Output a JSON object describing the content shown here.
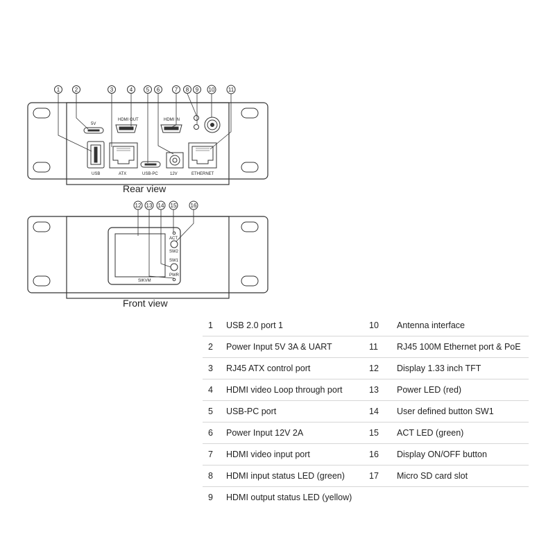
{
  "rear_view": {
    "title": "Rear view",
    "port_labels": {
      "usb": "USB",
      "five_v": "5V",
      "hdmi_out": "HDMI  OUT",
      "atx": "ATX",
      "usb_pc": "USB-PC",
      "twelve_v": "12V",
      "hdmi_in": "HDMI  IN",
      "ethernet": "ETHERNET"
    },
    "callouts": [
      "1",
      "2",
      "3",
      "4",
      "5",
      "6",
      "7",
      "8",
      "9",
      "10",
      "11"
    ]
  },
  "front_view": {
    "title": "Front view",
    "labels": {
      "act": "ACT",
      "sw2": "SW2",
      "sw1": "SW1",
      "pwr": "PWR",
      "brand": "SIKVM"
    },
    "callouts": [
      "12",
      "13",
      "14",
      "15",
      "16"
    ]
  },
  "legend": [
    {
      "left_num": "1",
      "left_text": "USB 2.0 port 1",
      "right_num": "10",
      "right_text": "Antenna interface"
    },
    {
      "left_num": "2",
      "left_text": "Power Input 5V 3A & UART",
      "right_num": "11",
      "right_text": "RJ45 100M Ethernet port & PoE"
    },
    {
      "left_num": "3",
      "left_text": "RJ45 ATX control port",
      "right_num": "12",
      "right_text": "Display 1.33 inch TFT"
    },
    {
      "left_num": "4",
      "left_text": "HDMI video Loop through port",
      "right_num": "13",
      "right_text": "Power LED (red)"
    },
    {
      "left_num": "5",
      "left_text": "USB-PC port",
      "right_num": "14",
      "right_text": "User defined button SW1"
    },
    {
      "left_num": "6",
      "left_text": "Power Input 12V 2A",
      "right_num": "15",
      "right_text": "ACT LED (green)"
    },
    {
      "left_num": "7",
      "left_text": "HDMI video input port",
      "right_num": "16",
      "right_text": "Display ON/OFF button"
    },
    {
      "left_num": "8",
      "left_text": "HDMI input status LED (green)",
      "right_num": "17",
      "right_text": "Micro SD card slot"
    },
    {
      "left_num": "9",
      "left_text": "HDMI output status LED (yellow)",
      "right_num": "",
      "right_text": ""
    }
  ]
}
